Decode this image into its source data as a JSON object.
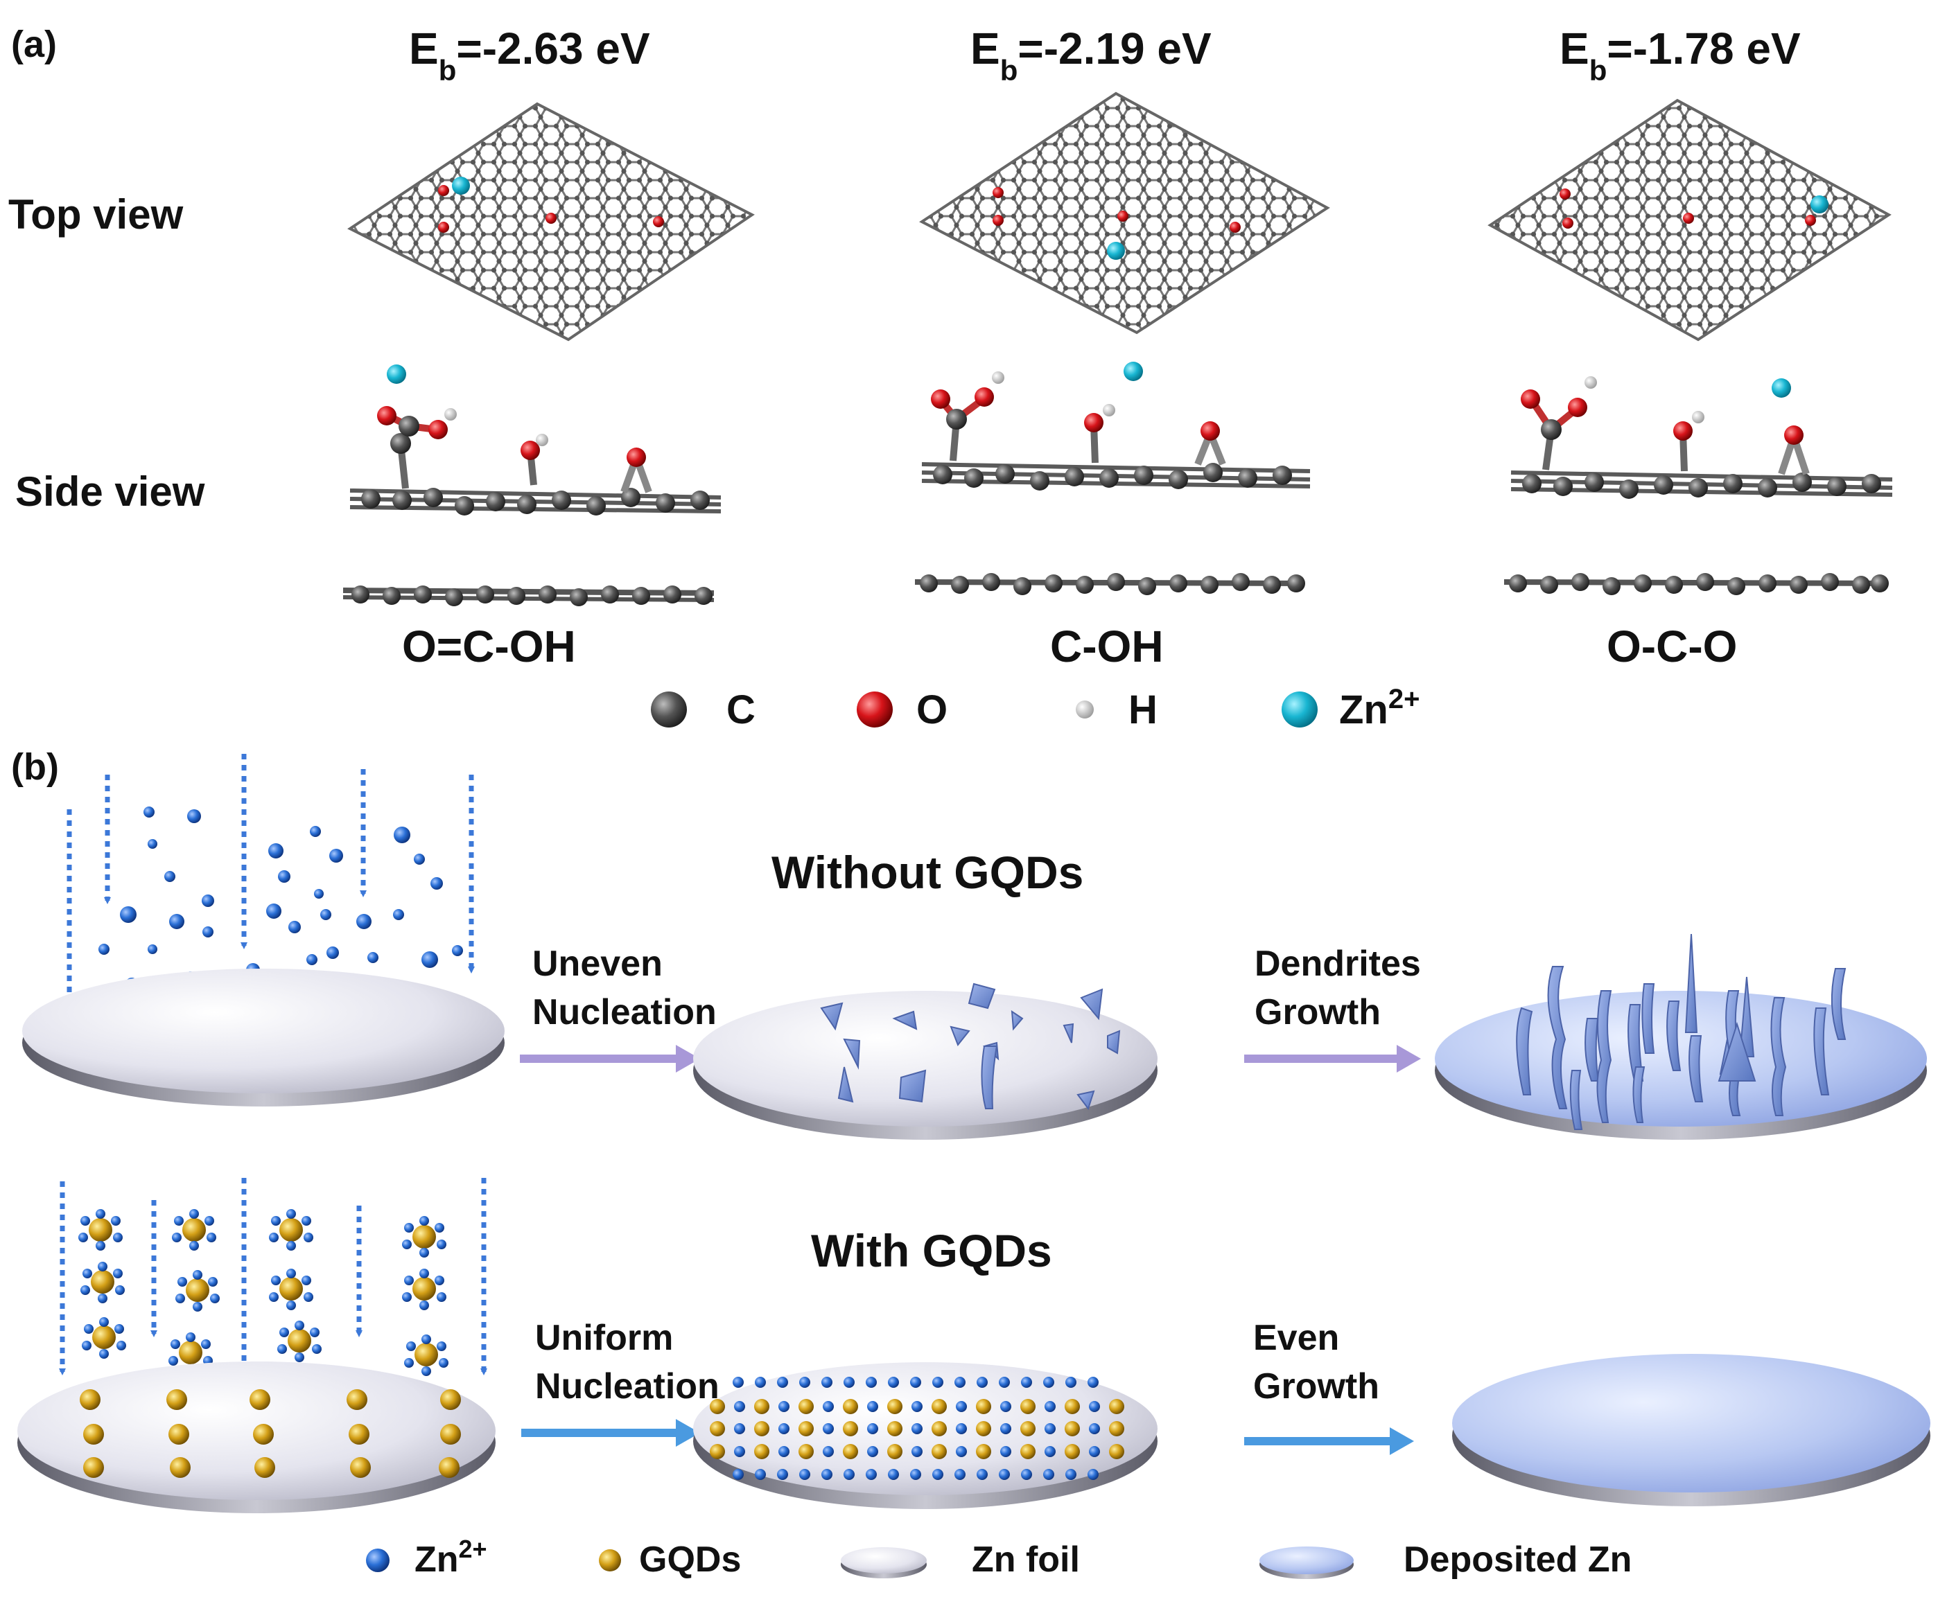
{
  "panel_a": {
    "label": "(a)",
    "row_labels": {
      "top": "Top view",
      "side": "Side view"
    },
    "columns": [
      {
        "eb_prefix": "E",
        "eb_sub": "b",
        "eb_value": "=-2.63 eV",
        "group": "O=C-OH"
      },
      {
        "eb_prefix": "E",
        "eb_sub": "b",
        "eb_value": "=-2.19 eV",
        "group": "C-OH"
      },
      {
        "eb_prefix": "E",
        "eb_sub": "b",
        "eb_value": "=-1.78 eV",
        "group": "O-C-O"
      }
    ],
    "atom_legend": [
      {
        "symbol": "C",
        "sup": "",
        "color": "#4a4a4a"
      },
      {
        "symbol": "O",
        "sup": "",
        "color": "#d7141a"
      },
      {
        "symbol": "H",
        "sup": "",
        "color": "#f0f0f0"
      },
      {
        "symbol": "Zn",
        "sup": "2+",
        "color": "#19b6d2"
      }
    ]
  },
  "panel_b": {
    "label": "(b)",
    "without": {
      "title": "Without GQDs",
      "step1": [
        "Uneven",
        "Nucleation"
      ],
      "step2": [
        "Dendrites",
        "Growth"
      ],
      "arrow_color": "#a898d8"
    },
    "with": {
      "title": "With GQDs",
      "step1": [
        "Uniform",
        "Nucleation"
      ],
      "step2": [
        "Even",
        "Growth"
      ],
      "arrow_color": "#4a9ae0"
    },
    "legend": {
      "zn_ion": {
        "text": "Zn",
        "sup": "2+",
        "color": "#2a6fd6"
      },
      "gqds": {
        "text": "GQDs",
        "color": "#d4a017"
      },
      "zn_foil": {
        "text": "Zn foil"
      },
      "deposited": {
        "text": "Deposited Zn"
      }
    }
  }
}
